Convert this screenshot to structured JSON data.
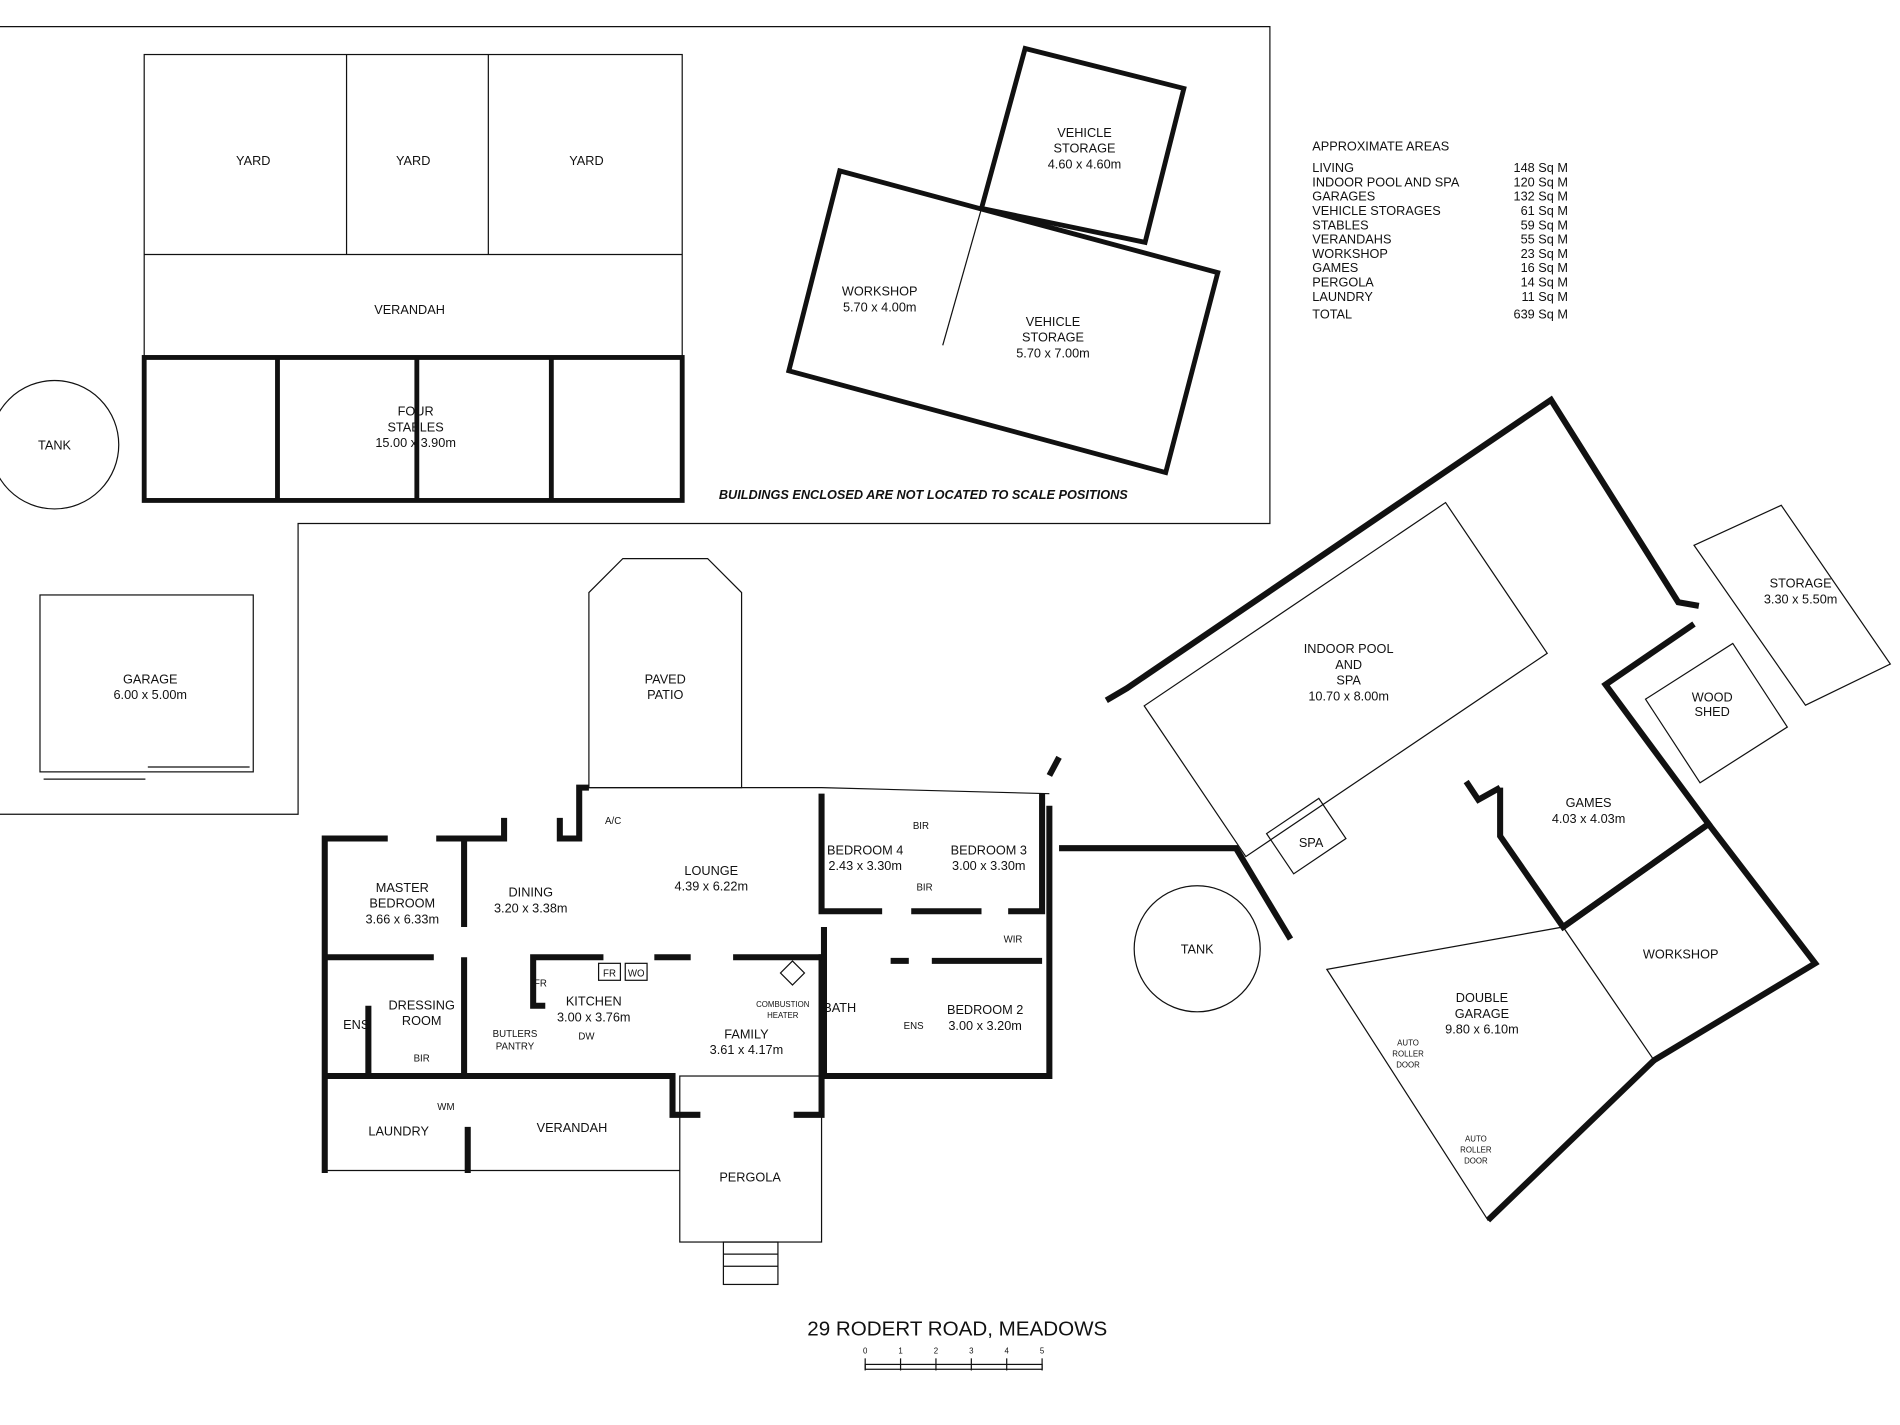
{
  "address": "29 RODERT ROAD, MEADOWS",
  "note": "BUILDINGS ENCLOSED ARE NOT LOCATED TO SCALE POSITIONS",
  "scale_bar": {
    "ticks": [
      "0",
      "1",
      "2",
      "3",
      "4",
      "5"
    ]
  },
  "areas": {
    "title": "APPROXIMATE AREAS",
    "rows": [
      {
        "label": "LIVING",
        "value": "148 Sq M"
      },
      {
        "label": "INDOOR POOL AND SPA",
        "value": "120 Sq M"
      },
      {
        "label": "GARAGES",
        "value": "132 Sq M"
      },
      {
        "label": "VEHICLE STORAGES",
        "value": "61 Sq M"
      },
      {
        "label": "STABLES",
        "value": "59 Sq M"
      },
      {
        "label": "VERANDAHS",
        "value": "55 Sq M"
      },
      {
        "label": "WORKSHOP",
        "value": "23 Sq M"
      },
      {
        "label": "GAMES",
        "value": "16 Sq M"
      },
      {
        "label": "PERGOLA",
        "value": "14 Sq M"
      },
      {
        "label": "LAUNDRY",
        "value": "11 Sq M"
      }
    ],
    "total": {
      "label": "TOTAL",
      "value": "639 Sq M"
    }
  },
  "outbuildings": {
    "yard1": "YARD",
    "yard2": "YARD",
    "yard3": "YARD",
    "verandah": "VERANDAH",
    "stables": {
      "l1": "FOUR",
      "l2": "STABLES",
      "dims": "15.00 x 3.90m"
    },
    "tank1": "TANK",
    "garage": {
      "name": "GARAGE",
      "dims": "6.00 x 5.00m"
    },
    "vehicle_storage_1": {
      "l1": "VEHICLE",
      "l2": "STORAGE",
      "dims": "4.60 x 4.60m"
    },
    "workshop": {
      "name": "WORKSHOP",
      "dims": "5.70 x 4.00m"
    },
    "vehicle_storage_2": {
      "l1": "VEHICLE",
      "l2": "STORAGE",
      "dims": "5.70 x 7.00m"
    }
  },
  "house": {
    "paved_patio": {
      "l1": "PAVED",
      "l2": "PATIO"
    },
    "master_bedroom": {
      "l1": "MASTER",
      "l2": "BEDROOM",
      "dims": "3.66 x 6.33m"
    },
    "dining": {
      "name": "DINING",
      "dims": "3.20 x 3.38m"
    },
    "lounge": {
      "name": "LOUNGE",
      "dims": "4.39 x 6.22m"
    },
    "bedroom4": {
      "name": "BEDROOM 4",
      "dims": "2.43 x 3.30m"
    },
    "bedroom3": {
      "name": "BEDROOM 3",
      "dims": "3.00 x 3.30m"
    },
    "bedroom2": {
      "name": "BEDROOM 2",
      "dims": "3.00 x 3.20m"
    },
    "kitchen": {
      "name": "KITCHEN",
      "dims": "3.00 x 3.76m"
    },
    "family": {
      "name": "FAMILY",
      "dims": "3.61 x 4.17m"
    },
    "dressing": {
      "l1": "DRESSING",
      "l2": "ROOM"
    },
    "ens1": "ENS",
    "ens2": "ENS",
    "bath": "BATH",
    "laundry": "LAUNDRY",
    "verandah": "VERANDAH",
    "pergola": "PERGOLA",
    "butlers": {
      "l1": "BUTLERS",
      "l2": "PANTRY"
    },
    "combustion": {
      "l1": "COMBUSTION",
      "l2": "HEATER"
    },
    "fixtures": {
      "ac": "A/C",
      "fr1": "FR",
      "fr2": "FR",
      "wo": "WO",
      "dw": "DW",
      "bir1": "BIR",
      "bir2": "BIR",
      "bir3": "BIR",
      "wir": "WIR",
      "wm": "WM"
    }
  },
  "pool_complex": {
    "pool": {
      "l1": "INDOOR POOL",
      "l2": "AND",
      "l3": "SPA",
      "dims": "10.70 x 8.00m"
    },
    "spa": "SPA",
    "tank": "TANK",
    "storage": {
      "name": "STORAGE",
      "dims": "3.30 x 5.50m"
    },
    "wood_shed": {
      "l1": "WOOD",
      "l2": "SHED"
    },
    "games": {
      "name": "GAMES",
      "dims": "4.03 x 4.03m"
    },
    "workshop": "WORKSHOP",
    "double_garage": {
      "l1": "DOUBLE",
      "l2": "GARAGE",
      "dims": "9.80 x 6.10m"
    },
    "roller1": {
      "l1": "AUTO",
      "l2": "ROLLER",
      "l3": "DOOR"
    },
    "roller2": {
      "l1": "AUTO",
      "l2": "ROLLER",
      "l3": "DOOR"
    }
  }
}
